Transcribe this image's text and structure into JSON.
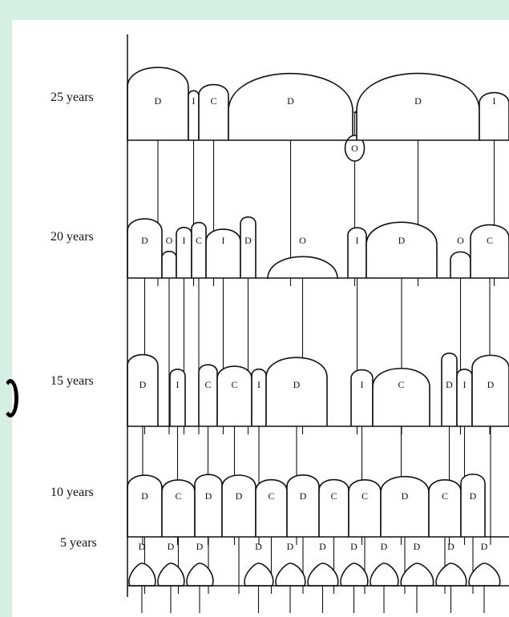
{
  "diagram": {
    "rows": [
      {
        "age": "25 years",
        "teeth": [
          "D",
          "I",
          "C",
          "D",
          "O",
          "D",
          "I"
        ]
      },
      {
        "age": "20 years",
        "teeth": [
          "D",
          "O",
          "I",
          "C",
          "I",
          "D",
          "O",
          "I",
          "D",
          "O",
          "C"
        ]
      },
      {
        "age": "15 years",
        "teeth": [
          "D",
          "I",
          "C",
          "C",
          "I",
          "D",
          "I",
          "C",
          "D",
          "I",
          "D"
        ]
      },
      {
        "age": "10 years",
        "teeth": [
          "D",
          "C",
          "D",
          "D",
          "C",
          "D",
          "C",
          "C",
          "D",
          "C",
          "D"
        ]
      },
      {
        "age": "5 years",
        "teeth": [
          "D",
          "D",
          "D",
          "D",
          "D",
          "D",
          "D",
          "D",
          "D",
          "D",
          "D"
        ]
      }
    ]
  },
  "colors": {
    "background": "#d6efe3",
    "panel": "#ffffff",
    "ink": "#111111"
  }
}
